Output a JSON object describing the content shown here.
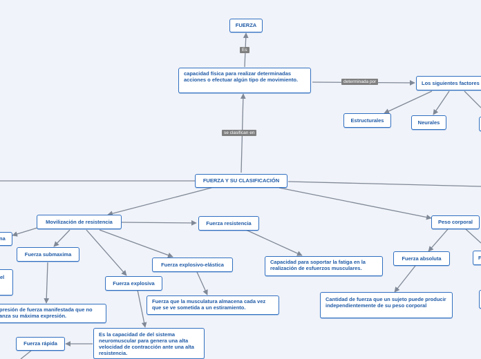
{
  "nodes": {
    "fuerza": "FUERZA",
    "capacidad": "capacidad física para realizar determinadas acciones o efectuar algún tipo de movimiento.",
    "siguientes": "Los siguientes factores",
    "estructurales": "Estructurales",
    "neurales": "Neurales",
    "clasificacion": "FUERZA Y SU CLASIFICACIÓN",
    "movilizacion": "Movilización de resistencia",
    "resistencia": "Fuerza resistencia",
    "peso_corporal": "Peso corporal",
    "maxima_partial": "na",
    "submaxima": "Fuerza submaxima",
    "explosivo_elastica": "Fuerza explosivo-elástica",
    "capacidad_fatiga": "Capacidad para soportar la fatiga en la realización de esfuerzos musculares.",
    "absoluta": "Fuerza absoluta",
    "partial_el": "el",
    "explosiva": "Fuerza explosiva",
    "almacena": "Fuerza que la musculatura almacena cada vez que se ve sometida a un estiramiento.",
    "cantidad": "Cantidad de fuerza que un sujeto puede producir independientemente de su peso corporal",
    "expresion": "presión de fuerza manifestada que no anza su máxima expresión.",
    "capacidad_sistema": "Es la capacidad de del sistema neuromuscular para genera una alta velocidad de contracción ante una alta resistencia.",
    "rapida": "Fuerza rápida",
    "partial_f": "F"
  },
  "links": {
    "es": "Es",
    "determinada_por": "determinada por",
    "se_clasifican_en": "se clasifican en"
  }
}
